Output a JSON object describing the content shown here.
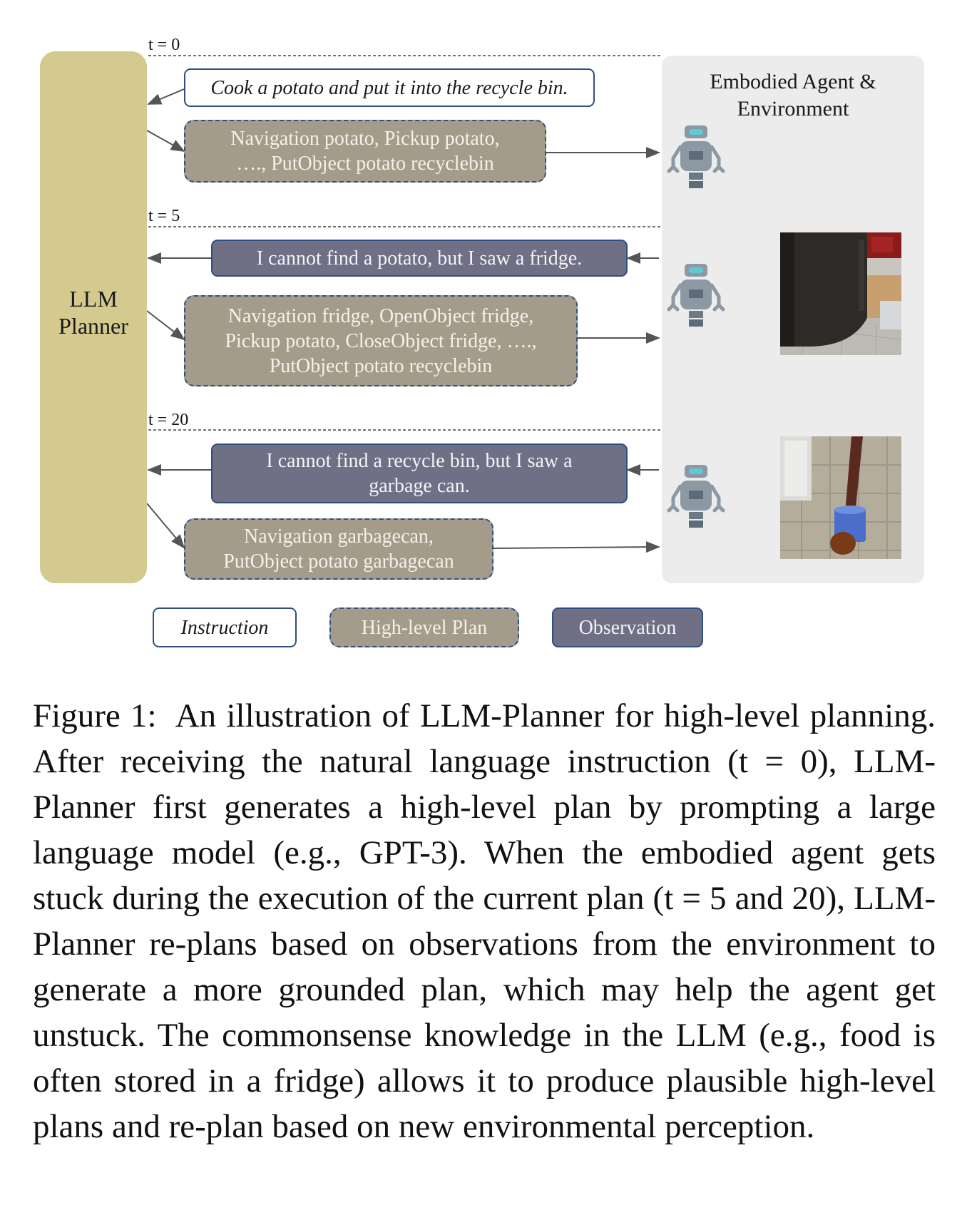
{
  "figure": {
    "llm_planner_label": "LLM\nPlanner",
    "environment_title": "Embodied Agent &\nEnvironment",
    "time_markers": [
      "t = 0",
      "t = 5",
      "t = 20"
    ],
    "instruction": "Cook a potato and put it into the recycle bin.",
    "plan_1": "Navigation potato, Pickup potato,\n…., PutObject potato recyclebin",
    "observation_1": "I cannot find a potato, but I saw a fridge.",
    "plan_2": "Navigation fridge, OpenObject fridge,\nPickup potato, CloseObject fridge, ….,\nPutObject potato recyclebin",
    "observation_2": "I cannot find a recycle bin, but I saw a\ngarbage can.",
    "plan_3": "Navigation garbagecan,\nPutObject potato garbagecan",
    "legend": {
      "instruction": "Instruction",
      "plan": "High-level Plan",
      "observation": "Observation"
    },
    "colors": {
      "llm_planner": "#d4c98e",
      "environment_panel": "#ececec",
      "plan_fill": "#a59b8a",
      "observation_fill": "#6f6f86",
      "border": "#2f4f7f"
    }
  },
  "caption": {
    "label": "Figure 1:",
    "text": "An illustration of LLM-Planner for high-level planning. After receiving the natural language instruction (t = 0), LLM-Planner first generates a high-level plan by prompting a large language model (e.g., GPT-3). When the embodied agent gets stuck during the execution of the current plan (t = 5 and 20), LLM-Planner re-plans based on observations from the environment to generate a more grounded plan, which may help the agent get unstuck. The commonsense knowledge in the LLM (e.g., food is often stored in a fridge) allows it to produce plausible high-level plans and re-plan based on new environmental perception."
  }
}
